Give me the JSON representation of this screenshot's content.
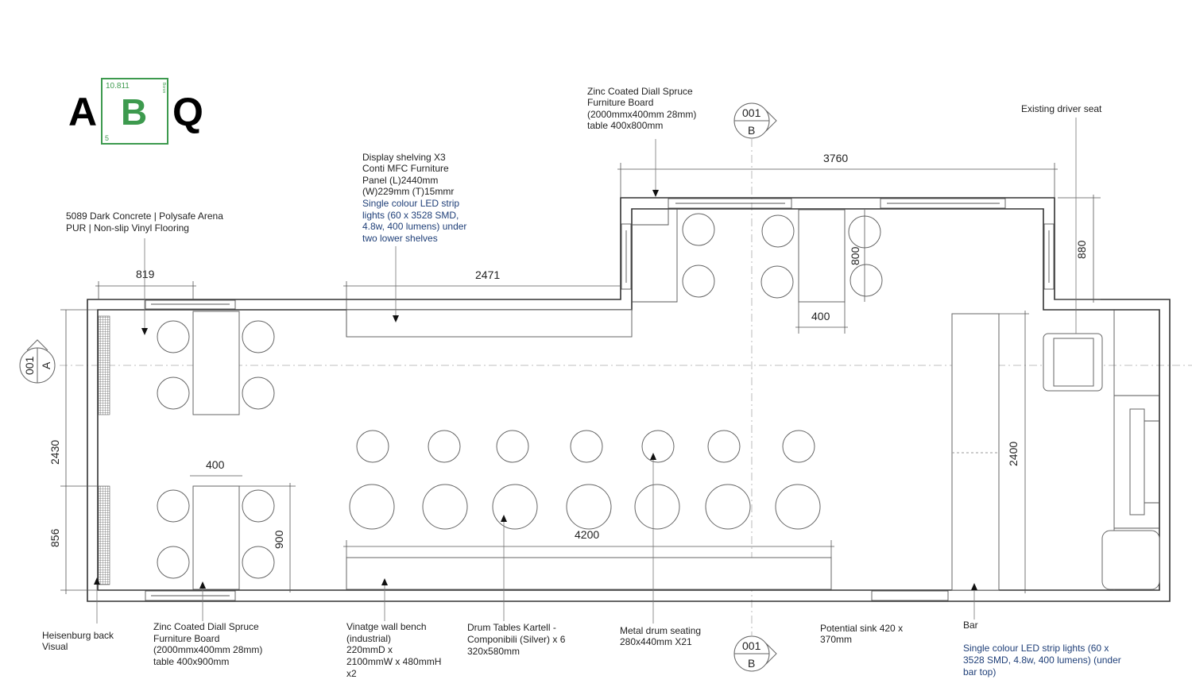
{
  "logo": {
    "left": "A",
    "element": "B",
    "right": "Q",
    "atomic_mass": "10.811",
    "atomic_number": "5",
    "side": "Boron",
    "color": "#3d9a4e"
  },
  "notes": {
    "flooring": [
      "5089 Dark Concrete | Polysafe Arena",
      "PUR | Non-slip Vinyl Flooring"
    ],
    "display_shelving": [
      "Display shelving  X3",
      "Conti MFC Furniture",
      "Panel  (L)2440mm",
      "(W)229mm (T)15mmr"
    ],
    "display_led": [
      "Single colour LED strip",
      "lights (60 x 3528 SMD,",
      "4.8w, 400 lumens) under",
      "two lower shelves"
    ],
    "top_table": [
      "Zinc Coated Diall Spruce",
      "Furniture Board",
      "(2000mmx400mm 28mm)",
      "table 400x800mm"
    ],
    "driver_seat": [
      "Existing driver seat"
    ],
    "heisenberg": [
      "Heisenburg back",
      "Visual"
    ],
    "bottom_table": [
      "Zinc Coated Diall Spruce",
      "Furniture Board",
      "(2000mmx400mm 28mm)",
      "table 400x900mm"
    ],
    "wall_bench": [
      "Vinatge wall bench",
      "(industrial)",
      " 220mmD x",
      "2100mmW x 480mmH",
      "x2"
    ],
    "drum_tables": [
      "Drum Tables Kartell -",
      "Componibili (Silver) x 6",
      "320x580mm"
    ],
    "drum_seating": [
      "Metal drum seating",
      "280x440mm  X21"
    ],
    "sink": [
      "Potential sink 420 x",
      "370mm"
    ],
    "bar": [
      "Bar"
    ],
    "bar_led": [
      "Single colour LED strip lights (60 x",
      "3528 SMD, 4.8w, 400 lumens) (under",
      "bar top)"
    ]
  },
  "dimensions": {
    "d819": "819",
    "d2471": "2471",
    "d3760": "3760",
    "d880": "880",
    "d800": "800",
    "d400a": "400",
    "d400b": "400",
    "d2430": "2430",
    "d856": "856",
    "d900": "900",
    "d4200": "4200",
    "d2400": "2400"
  },
  "section_markers": {
    "top": {
      "num": "001",
      "letter": "B"
    },
    "bottom": {
      "num": "001",
      "letter": "B"
    },
    "left": {
      "num": "001",
      "letter": "A"
    }
  },
  "colors": {
    "led_text": "#1f3f78",
    "wall": "#333333"
  }
}
